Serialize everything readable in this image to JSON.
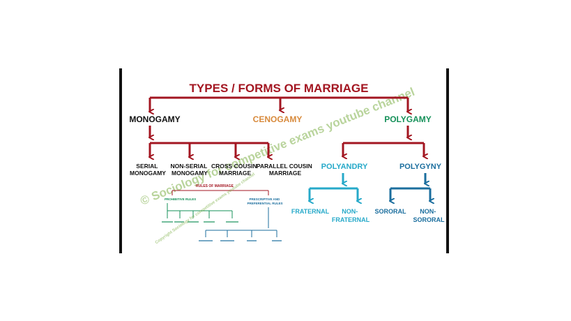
{
  "diagram": {
    "title": "TYPES / FORMS OF MARRIAGE",
    "level1": {
      "monogamy": "MONOGAMY",
      "cenogamy": "CENOGAMY",
      "polygamy": "POLYGAMY"
    },
    "monogamy_types": {
      "serial": [
        "SERIAL",
        "MONOGAMY"
      ],
      "non_serial": [
        "NON-SERIAL",
        "MONOGAMY"
      ],
      "cross_cousin": [
        "CROSS COUSIN",
        "MARRIAGE"
      ],
      "parallel_cousin": [
        "PARALLEL COUSIN",
        "MARRIAGE"
      ]
    },
    "polygamy_types": {
      "polyandry": "POLYANDRY",
      "polygyny": "POLYGYNY"
    },
    "polyandry_types": {
      "fraternal": "FRATERNAL",
      "non_fraternal": [
        "NON-",
        "FRATERNAL"
      ]
    },
    "polygyny_types": {
      "sororal": "SORORAL",
      "non_sororal": [
        "NON-",
        "SORORAL"
      ]
    },
    "watermark": "© Sociology for competitive exams youtube channel",
    "inset": {
      "title": "RULES OF MARRIAGE",
      "prohibitive": "PROHIBITIVE RULES",
      "prescriptive": [
        "PRESCRIPTIVE AND",
        "PREFERENTIAL RULES"
      ],
      "watermark": "Copyright Sociology for competitive exams youtube channel"
    },
    "colors": {
      "dark_red": "#a31621",
      "orange": "#d88a3c",
      "green": "#16915a",
      "teal": "#26a9c9",
      "blue": "#1b6e9e",
      "black": "#111111",
      "watermark": "#7fb04a"
    }
  }
}
